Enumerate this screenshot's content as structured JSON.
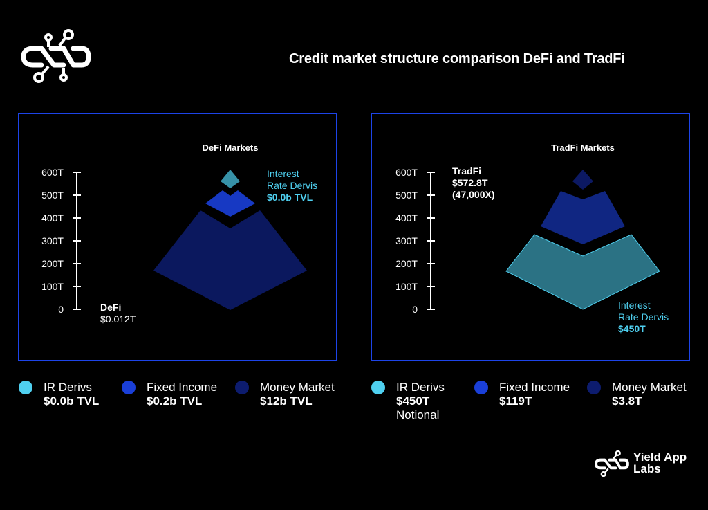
{
  "title": "Credit market structure comparison DeFi and TradFi",
  "colors": {
    "ir_derivs": "#4fd0f0",
    "fixed_income": "#1a3fd8",
    "money_market": "#0d1c6e",
    "panel_border": "#1d44e8"
  },
  "chart_data": [
    {
      "type": "pyramid",
      "title": "DeFi Markets",
      "ylim": [
        0,
        600
      ],
      "yticks": [
        "0",
        "100T",
        "200T",
        "300T",
        "400T",
        "500T",
        "600T"
      ],
      "annotations": [
        {
          "lines": [
            "DeFi",
            "$0.012T"
          ]
        },
        {
          "lines": [
            "Interest",
            "Rate Dervis",
            "$0.0b TVL"
          ]
        }
      ],
      "series": [
        {
          "name": "IR Derivs",
          "value": "$0.0b TVL"
        },
        {
          "name": "Fixed Income",
          "value": "$0.2b TVL"
        },
        {
          "name": "Money Market",
          "value": "$12b TVL"
        }
      ]
    },
    {
      "type": "pyramid",
      "title": "TradFi Markets",
      "ylim": [
        0,
        600
      ],
      "yticks": [
        "0",
        "100T",
        "200T",
        "300T",
        "400T",
        "500T",
        "600T"
      ],
      "annotations": [
        {
          "lines": [
            "TradFi",
            "$572.8T",
            "(47,000X)"
          ]
        },
        {
          "lines": [
            "Interest",
            "Rate Dervis",
            "$450T"
          ]
        }
      ],
      "series": [
        {
          "name": "IR Derivs",
          "value": "$450T",
          "extra": "Notional"
        },
        {
          "name": "Fixed Income",
          "value": "$119T"
        },
        {
          "name": "Money Market",
          "value": "$3.8T"
        }
      ]
    }
  ],
  "brand": {
    "line1": "Yield App",
    "line2": "Labs"
  }
}
